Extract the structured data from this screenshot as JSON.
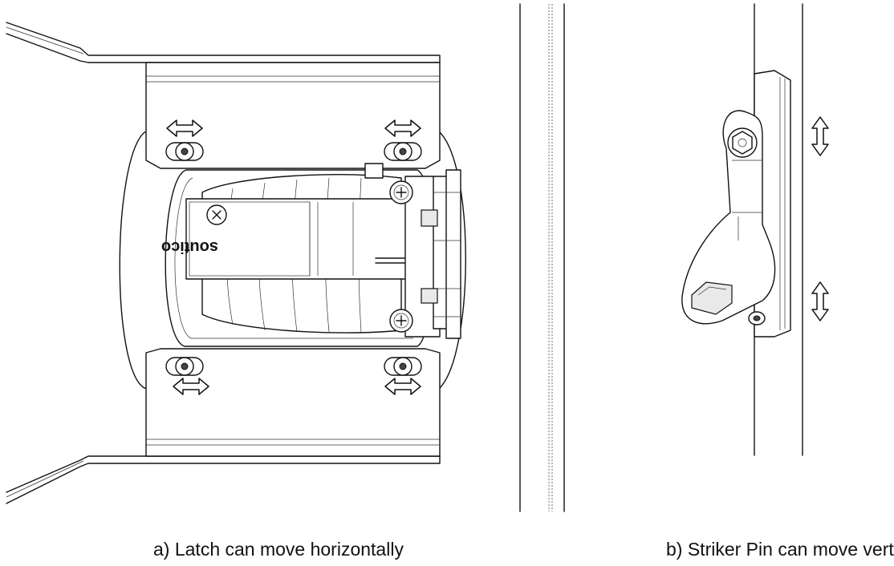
{
  "captions": {
    "left": "a) Latch can move horizontally",
    "right": "b) Striker Pin can move vertically"
  },
  "latch_logo": "soutico"
}
